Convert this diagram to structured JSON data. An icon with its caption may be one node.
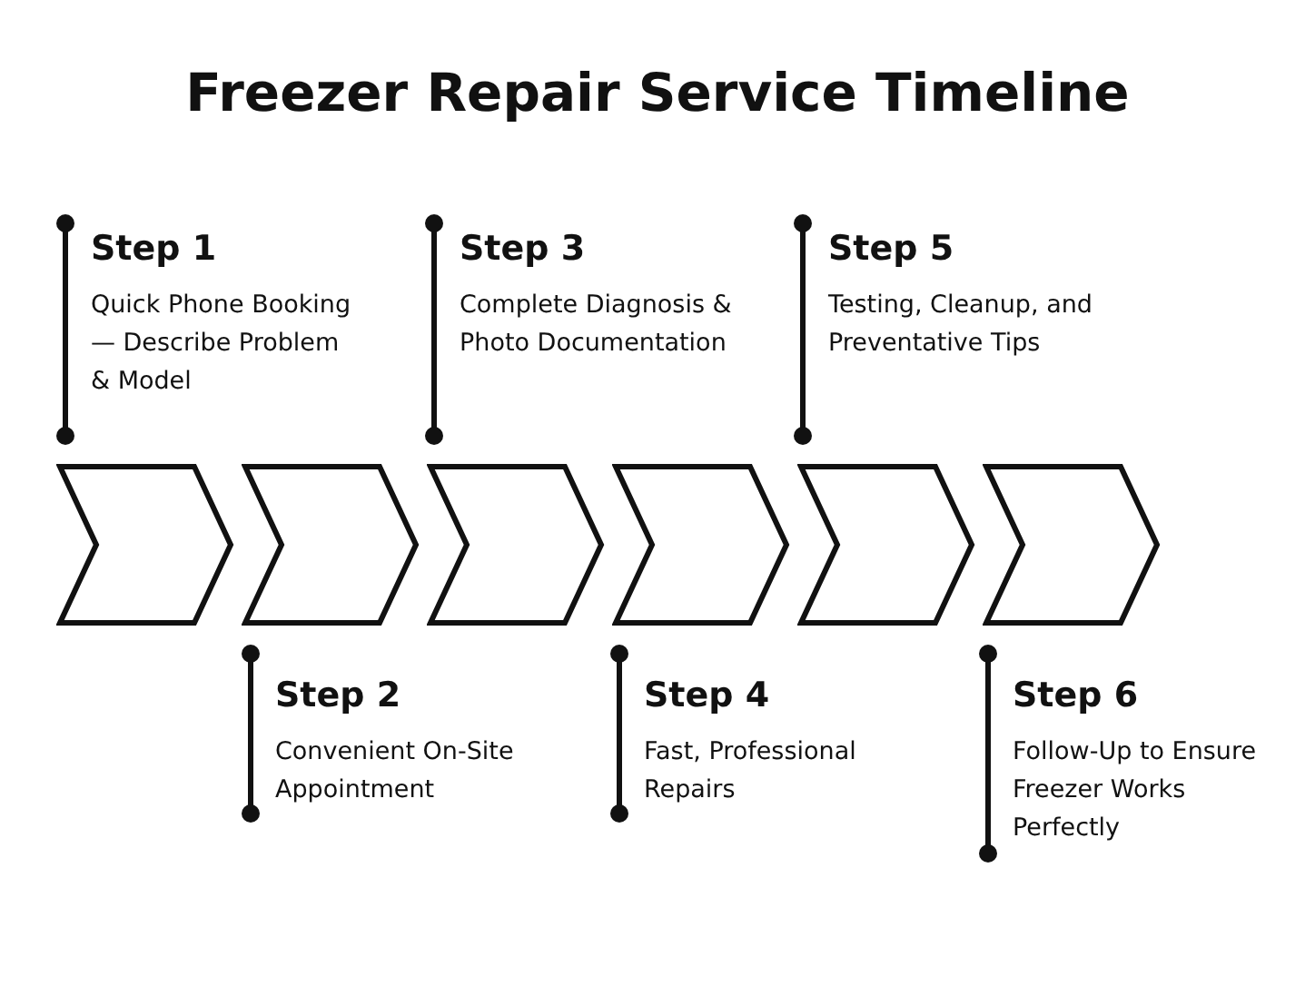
{
  "diagram": {
    "title": "Freezer Repair Service Timeline",
    "nodes": [
      {
        "text": [
          "Step 1",
          "Quick Phone Booking — Describe Problem & Model"
        ]
      },
      {
        "text": [
          "Step 2",
          "Convenient On-Site Appointment"
        ]
      },
      {
        "text": [
          "Step 3",
          "Complete Diagnosis & Photo Documentation"
        ]
      },
      {
        "text": [
          "Step 4",
          "Fast, Professional Repairs"
        ]
      },
      {
        "text": [
          "Step 5",
          "Testing, Cleanup, and Preventative Tips"
        ]
      },
      {
        "text": [
          "Step 6",
          "Follow-Up to Ensure Freezer Works Perfectly"
        ]
      },
      {
        "text": [],
        "shape": "chevron"
      },
      {
        "text": [],
        "shape": "chevron"
      },
      {
        "text": [],
        "shape": "chevron"
      },
      {
        "text": [],
        "shape": "chevron"
      },
      {
        "text": [],
        "shape": "chevron"
      },
      {
        "text": [],
        "shape": "chevron"
      }
    ]
  }
}
